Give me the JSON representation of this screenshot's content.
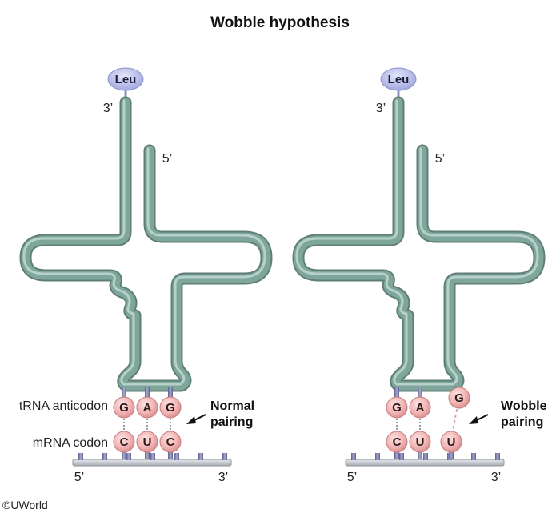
{
  "title": "Wobble hypothesis",
  "amino_acid": "Leu",
  "end_3": "3’",
  "end_5": "5’",
  "labels": {
    "anticodon": "tRNA anticodon",
    "codon": "mRNA codon"
  },
  "panels": [
    {
      "id": "normal",
      "anticodon": [
        "G",
        "A",
        "G"
      ],
      "codon": [
        "C",
        "U",
        "C"
      ],
      "annotation_line1": "Normal",
      "annotation_line2": "pairing"
    },
    {
      "id": "wobble",
      "anticodon": [
        "G",
        "A",
        "G"
      ],
      "codon": [
        "C",
        "U",
        "U"
      ],
      "annotation_line1": "Wobble",
      "annotation_line2": "pairing"
    }
  ],
  "copyright": "©UWorld",
  "colors": {
    "trna_tube": "#7fa69b",
    "trna_outline": "#5f7e76",
    "base_fill": "#f2b4b4",
    "leu_fill": "#b3b8e6",
    "mrna_fill": "#c9ccd2"
  }
}
